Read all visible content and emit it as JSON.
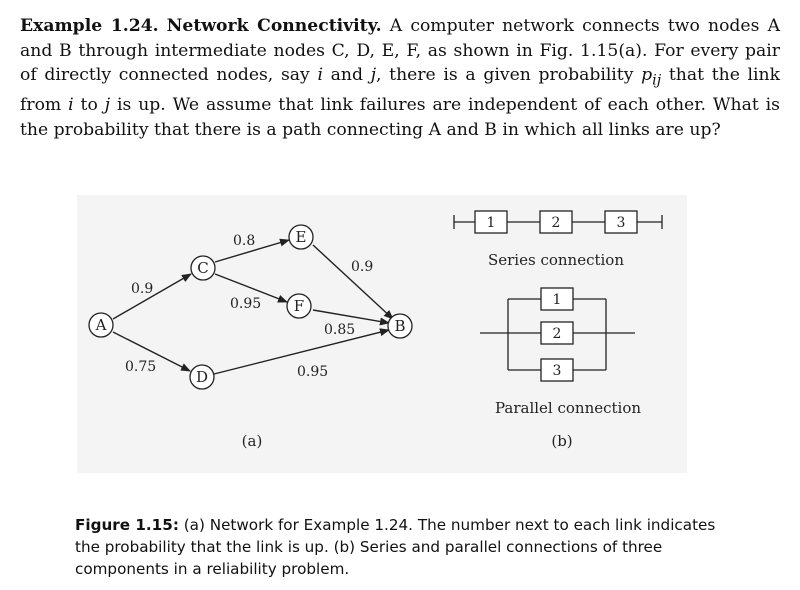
{
  "example": {
    "label": "Example 1.24.",
    "title": "Network Connectivity.",
    "text1": "A computer network connects two nodes A and B through intermediate nodes C, D, E, F, as shown in Fig. 1.15(a). For every pair of directly connected nodes, say",
    "var_i": "i",
    "and_word": "and",
    "var_j": "j",
    "text2": ", there is a given probability",
    "var_p": "p",
    "var_sub": "ij",
    "text3": "that the link from",
    "to_word": "to",
    "text4": "is up. We assume that link failures are independent of each other. What is the probability that there is a path connecting A and B in which all links are up?"
  },
  "network": {
    "nodes": [
      "A",
      "B",
      "C",
      "D",
      "E",
      "F"
    ],
    "edges": [
      {
        "from": "A",
        "to": "C",
        "prob": "0.9"
      },
      {
        "from": "A",
        "to": "D",
        "prob": "0.75"
      },
      {
        "from": "C",
        "to": "E",
        "prob": "0.8"
      },
      {
        "from": "C",
        "to": "F",
        "prob": "0.95"
      },
      {
        "from": "E",
        "to": "B",
        "prob": "0.9"
      },
      {
        "from": "F",
        "to": "B",
        "prob": "0.85"
      },
      {
        "from": "D",
        "to": "B",
        "prob": "0.95"
      }
    ],
    "sublabel": "(a)"
  },
  "series": {
    "components": [
      "1",
      "2",
      "3"
    ],
    "label": "Series connection"
  },
  "parallel": {
    "components": [
      "1",
      "2",
      "3"
    ],
    "label": "Parallel connection"
  },
  "panel_b_label": "(b)",
  "caption": {
    "label": "Figure 1.15:",
    "text": "(a) Network for Example 1.24. The number next to each link indicates the probability that the link is up. (b) Series and parallel connections of three components in a reliability problem."
  }
}
